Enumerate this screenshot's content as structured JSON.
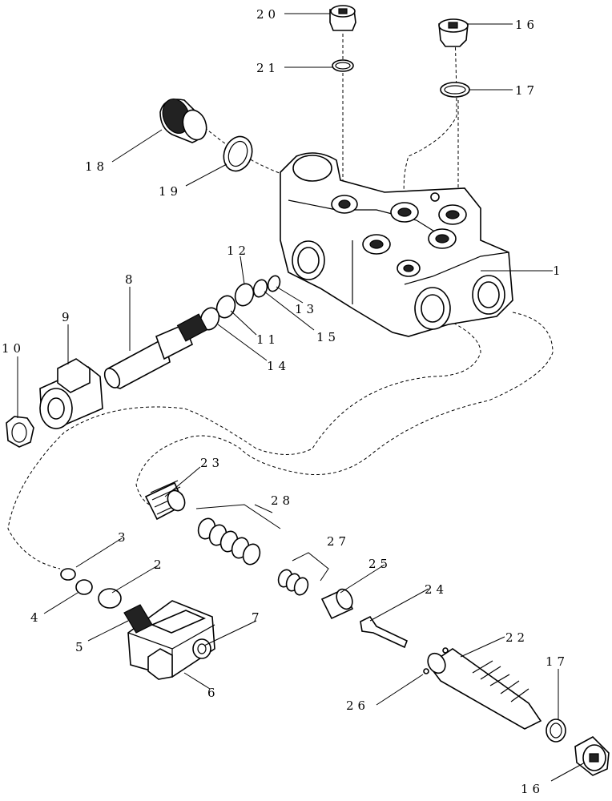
{
  "diagram": {
    "callouts": [
      {
        "key": "c20a",
        "text": "20"
      },
      {
        "key": "c16a",
        "text": "16"
      },
      {
        "key": "c21",
        "text": "21"
      },
      {
        "key": "c17a",
        "text": "17"
      },
      {
        "key": "c18",
        "text": "18"
      },
      {
        "key": "c19",
        "text": "19"
      },
      {
        "key": "c1",
        "text": "1"
      },
      {
        "key": "c12",
        "text": "12"
      },
      {
        "key": "c13",
        "text": "13"
      },
      {
        "key": "c8",
        "text": "8"
      },
      {
        "key": "c9",
        "text": "9"
      },
      {
        "key": "c11",
        "text": "11"
      },
      {
        "key": "c15",
        "text": "15"
      },
      {
        "key": "c10",
        "text": "10"
      },
      {
        "key": "c14",
        "text": "14"
      },
      {
        "key": "c23",
        "text": "23"
      },
      {
        "key": "c28",
        "text": "28"
      },
      {
        "key": "c3",
        "text": "3"
      },
      {
        "key": "c27",
        "text": "27"
      },
      {
        "key": "c2",
        "text": "2"
      },
      {
        "key": "c25",
        "text": "25"
      },
      {
        "key": "c24",
        "text": "24"
      },
      {
        "key": "c4",
        "text": "4"
      },
      {
        "key": "c7",
        "text": "7"
      },
      {
        "key": "c5",
        "text": "5"
      },
      {
        "key": "c22",
        "text": "22"
      },
      {
        "key": "c6",
        "text": "6"
      },
      {
        "key": "c17b",
        "text": "17"
      },
      {
        "key": "c26",
        "text": "26"
      },
      {
        "key": "c16b",
        "text": "16"
      }
    ]
  }
}
